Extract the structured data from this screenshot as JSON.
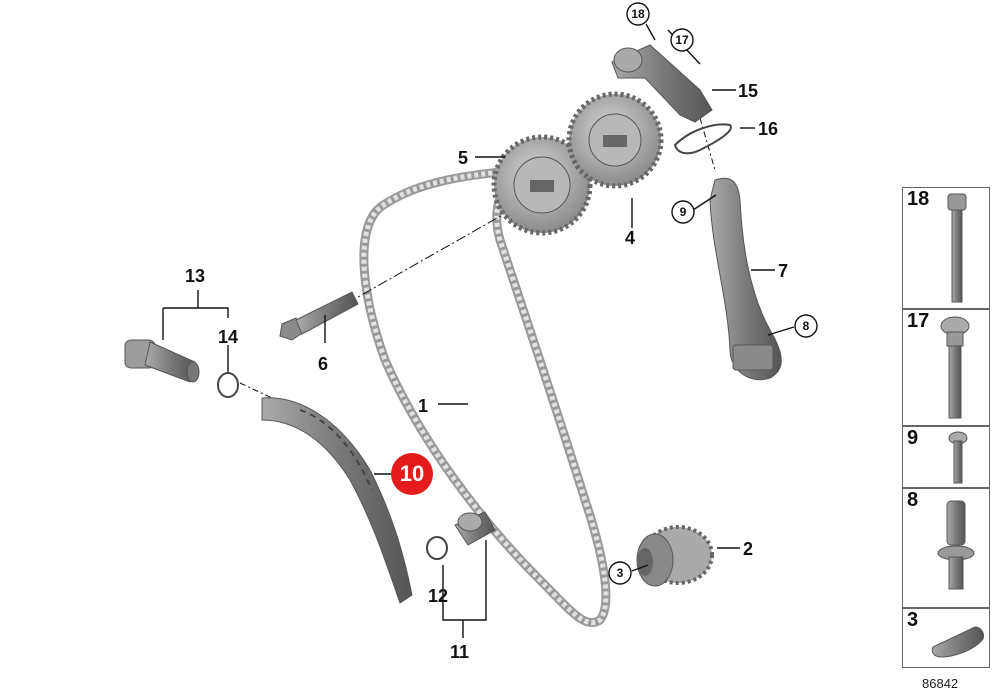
{
  "callouts": {
    "n1": "1",
    "n2": "2",
    "n3": "3",
    "n4": "4",
    "n5": "5",
    "n6": "6",
    "n7": "7",
    "n8": "8",
    "n9": "9",
    "n10": "10",
    "n11": "11",
    "n12": "12",
    "n13": "13",
    "n14": "14",
    "n15": "15",
    "n16": "16",
    "n17": "17",
    "n18": "18"
  },
  "side_panel": {
    "items": [
      {
        "label": "18"
      },
      {
        "label": "17"
      },
      {
        "label": "9"
      },
      {
        "label": "8"
      },
      {
        "label": "3"
      }
    ]
  },
  "diagram_ref": "86842",
  "colors": {
    "highlight": "#e41b1b",
    "part_gray": "#8c8c8c",
    "chain_gray": "#c8c8c8"
  }
}
